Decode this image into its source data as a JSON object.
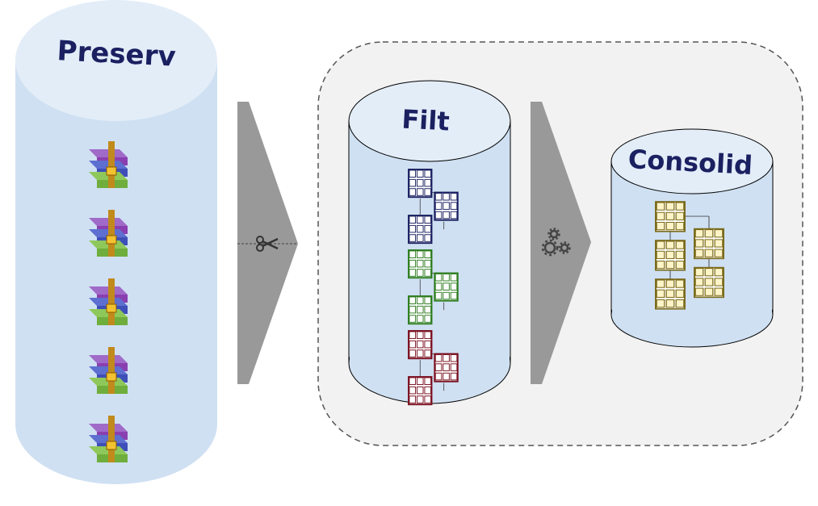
{
  "stages": [
    {
      "id": "preserv",
      "label": "Preserv",
      "archive_count": 5
    },
    {
      "id": "filt",
      "label": "Filt",
      "table_groups": [
        "#1a2060",
        "#2e7d1f",
        "#7a1020"
      ]
    },
    {
      "id": "consolid",
      "label": "Consolid",
      "table_color": "#7a6a1a"
    }
  ],
  "arrows": [
    {
      "from": "preserv",
      "to": "filt",
      "icon": "scissors-icon"
    },
    {
      "from": "filt",
      "to": "consolid",
      "icon": "gears-icon"
    }
  ],
  "colors": {
    "cylinder_body": "#cfe0f2",
    "cylinder_top": "#e3edf8",
    "arrow": "#999999",
    "panel": "#f2f2f2",
    "panel_border": "#555555"
  }
}
